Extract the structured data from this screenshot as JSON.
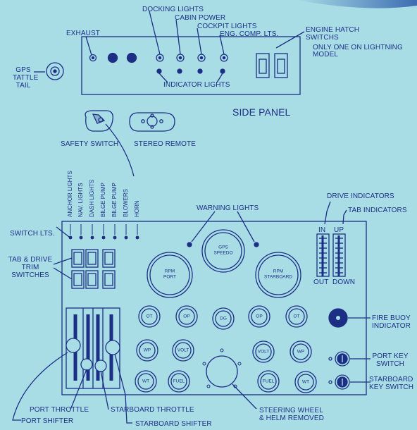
{
  "side_panel": {
    "title": "SIDE PANEL",
    "exhaust": "EXHAUST",
    "docking_lights": "DOCKING LIGHTS",
    "cabin_power": "CABIN POWER",
    "cockpit_lights": "COCKPIT LIGHTS",
    "eng_comp_lts": "ENG. COMP. LTS.",
    "engine_hatch_1": "ENGINE HATCH",
    "engine_hatch_2": "SWITCHS",
    "only_one_1": "ONLY ONE ON LIGHTNING",
    "only_one_2": "MODEL",
    "indicator_lights": "INDICATOR LIGHTS",
    "gps_1": "GPS",
    "gps_2": "TATTLE",
    "gps_3": "TAIL",
    "safety_switch": "SAFETY SWITCH",
    "stereo_remote": "STEREO REMOTE"
  },
  "main_panel": {
    "vertical_labels": [
      "ANCHOR LIGHTS",
      "NAV. LIGHTS",
      "DASH LIGHTS",
      "BILGE PUMP",
      "BILGE PUMP",
      "BLOWERS",
      "HORN"
    ],
    "switch_lts": "SWITCH LTS.",
    "tab_drive_1": "TAB & DRIVE",
    "tab_drive_2": "TRIM",
    "tab_drive_3": "SWITCHES",
    "warning_lights": "WARNING LIGHTS",
    "drive_indicators": "DRIVE INDICATORS",
    "tab_indicators": "TAB INDICATORS",
    "in": "IN",
    "up": "UP",
    "out": "OUT",
    "down": "DOWN",
    "gps_speedo_1": "GPS",
    "gps_speedo_2": "SPEEDO",
    "rpm": "RPM",
    "port": "PORT",
    "starboard": "STARBOARD",
    "gauges_row1": [
      "OT",
      "OP",
      "DG",
      "OP",
      "OT"
    ],
    "wp": "WP",
    "volt": "VOLT",
    "wt": "WT",
    "fuel": "FUEL",
    "fire_buoy_1": "FIRE BUOY",
    "fire_buoy_2": "INDICATOR",
    "port_key_1": "PORT KEY",
    "port_key_2": "SWITCH",
    "stbd_key_1": "STARBOARD",
    "stbd_key_2": "KEY SWITCH",
    "port_throttle": "PORT THROTTLE",
    "starboard_throttle": "STARBOARD THROTTLE",
    "port_shifter": "PORT SHIFTER",
    "starboard_shifter": "STARBOARD SHIFTER",
    "steering_1": "STEERING WHEEL",
    "steering_2": "& HELM REMOVED"
  }
}
